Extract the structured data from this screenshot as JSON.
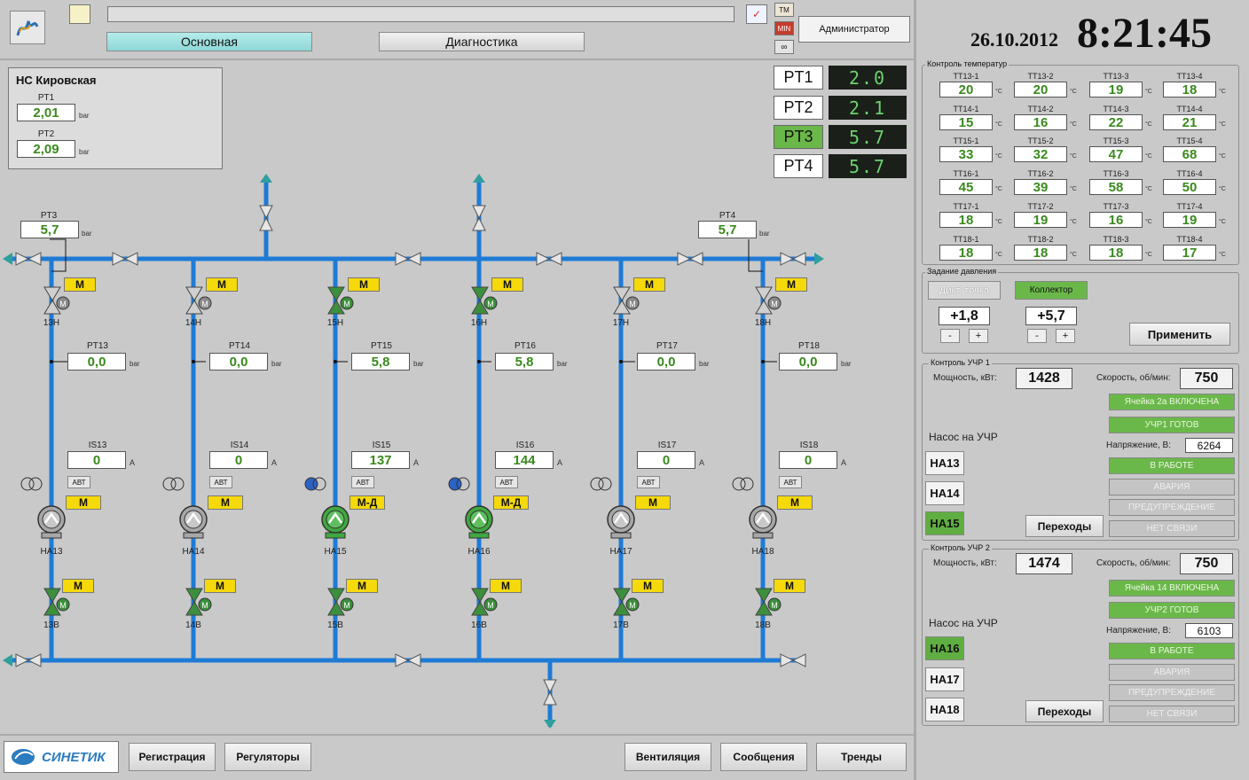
{
  "header": {
    "tab_main": "Основная",
    "tab_diag": "Диагностика",
    "user": "Администратор",
    "date": "26.10.2012",
    "time": "8:21:45",
    "btn_tm": "TM",
    "btn_min": "MIN"
  },
  "station": {
    "name": "НС Кировская",
    "pt1_label": "PT1",
    "pt1_value": "2,01",
    "pt2_label": "PT2",
    "pt2_value": "2,09",
    "unit": "bar"
  },
  "pt_panel": [
    {
      "label": "PT1",
      "value": "2.0",
      "active": false
    },
    {
      "label": "PT2",
      "value": "2.1",
      "active": false
    },
    {
      "label": "PT3",
      "value": "5.7",
      "active": true
    },
    {
      "label": "PT4",
      "value": "5.7",
      "active": false
    }
  ],
  "scheme": {
    "pt3": {
      "label": "PT3",
      "value": "5,7"
    },
    "pt4": {
      "label": "PT4",
      "value": "5,7"
    },
    "unit_bar": "bar",
    "unit_a": "A",
    "columns": [
      {
        "top": "13Н",
        "m_top": "М",
        "pt_label": "PT13",
        "pt": "0,0",
        "is_label": "IS13",
        "is": "0",
        "avt": "АВТ",
        "mode": "М",
        "pump": "НА13",
        "m_bot": "М",
        "bot": "13В",
        "running": false
      },
      {
        "top": "14Н",
        "m_top": "М",
        "pt_label": "PT14",
        "pt": "0,0",
        "is_label": "IS14",
        "is": "0",
        "avt": "АВТ",
        "mode": "М",
        "pump": "НА14",
        "m_bot": "М",
        "bot": "14В",
        "running": false
      },
      {
        "top": "15Н",
        "m_top": "М",
        "pt_label": "PT15",
        "pt": "5,8",
        "is_label": "IS15",
        "is": "137",
        "avt": "АВТ",
        "mode": "М-Д",
        "pump": "НА15",
        "m_bot": "М",
        "bot": "15В",
        "running": true
      },
      {
        "top": "16Н",
        "m_top": "М",
        "pt_label": "PT16",
        "pt": "5,8",
        "is_label": "IS16",
        "is": "144",
        "avt": "АВТ",
        "mode": "М-Д",
        "pump": "НА16",
        "m_bot": "М",
        "bot": "16В",
        "running": true
      },
      {
        "top": "17Н",
        "m_top": "М",
        "pt_label": "PT17",
        "pt": "0,0",
        "is_label": "IS17",
        "is": "0",
        "avt": "АВТ",
        "mode": "М",
        "pump": "НА17",
        "m_bot": "М",
        "bot": "17В",
        "running": false
      },
      {
        "top": "18Н",
        "m_top": "М",
        "pt_label": "PT18",
        "pt": "0,0",
        "is_label": "IS18",
        "is": "0",
        "avt": "АВТ",
        "mode": "М",
        "pump": "НА18",
        "m_bot": "М",
        "bot": "18В",
        "running": false
      }
    ]
  },
  "temps": {
    "title": "Контроль температур",
    "unit": "°C",
    "cells": [
      {
        "l": "TT13-1",
        "v": "20"
      },
      {
        "l": "TT13-2",
        "v": "20"
      },
      {
        "l": "TT13-3",
        "v": "19"
      },
      {
        "l": "TT13-4",
        "v": "18"
      },
      {
        "l": "TT14-1",
        "v": "15"
      },
      {
        "l": "TT14-2",
        "v": "16"
      },
      {
        "l": "TT14-3",
        "v": "22"
      },
      {
        "l": "TT14-4",
        "v": "21"
      },
      {
        "l": "TT15-1",
        "v": "33"
      },
      {
        "l": "TT15-2",
        "v": "32"
      },
      {
        "l": "TT15-3",
        "v": "47"
      },
      {
        "l": "TT15-4",
        "v": "68"
      },
      {
        "l": "TT16-1",
        "v": "45"
      },
      {
        "l": "TT16-2",
        "v": "39"
      },
      {
        "l": "TT16-3",
        "v": "58"
      },
      {
        "l": "TT16-4",
        "v": "50"
      },
      {
        "l": "TT17-1",
        "v": "18"
      },
      {
        "l": "TT17-2",
        "v": "19"
      },
      {
        "l": "TT17-3",
        "v": "16"
      },
      {
        "l": "TT17-4",
        "v": "19"
      },
      {
        "l": "TT18-1",
        "v": "18"
      },
      {
        "l": "TT18-2",
        "v": "18"
      },
      {
        "l": "TT18-3",
        "v": "18"
      },
      {
        "l": "TT18-4",
        "v": "17"
      }
    ]
  },
  "pressure": {
    "title": "Задание давления",
    "btn_dikt": "Дикт. точка",
    "btn_coll": "Коллектор",
    "val1": "+1,8",
    "val2": "+5,7",
    "minus": "-",
    "plus": "+",
    "apply": "Применить"
  },
  "uchr1": {
    "title": "Контроль УЧР 1",
    "power_label": "Мощность, кВт:",
    "power": "1428",
    "speed_label": "Скорость, об/мин:",
    "speed": "750",
    "st1": "Ячейка 2а ВКЛЮЧЕНА",
    "st2": "УЧР1 ГОТОВ",
    "volt_label": "Напряжение, В:",
    "volt": "6264",
    "pump_label": "Насос на УЧР",
    "na1": "НА13",
    "na2": "НА14",
    "na3": "НА15",
    "s_work": "В РАБОТЕ",
    "s_alarm": "АВАРИЯ",
    "s_warn": "ПРЕДУПРЕЖДЕНИЕ",
    "s_nolink": "НЕТ СВЯЗИ",
    "trans": "Переходы"
  },
  "uchr2": {
    "title": "Контроль УЧР 2",
    "power_label": "Мощность, кВт:",
    "power": "1474",
    "speed_label": "Скорость, об/мин:",
    "speed": "750",
    "st1": "Ячейка 14 ВКЛЮЧЕНА",
    "st2": "УЧР2 ГОТОВ",
    "volt_label": "Напряжение, В:",
    "volt": "6103",
    "pump_label": "Насос на УЧР",
    "na1": "НА16",
    "na2": "НА17",
    "na3": "НА18",
    "s_work": "В РАБОТЕ",
    "s_alarm": "АВАРИЯ",
    "s_warn": "ПРЕДУПРЕЖДЕНИЕ",
    "s_nolink": "НЕТ СВЯЗИ",
    "trans": "Переходы"
  },
  "footer": {
    "logo": "СИНЕТИК",
    "reg": "Регистрация",
    "regul": "Регуляторы",
    "vent": "Вентиляция",
    "msg": "Сообщения",
    "trends": "Тренды"
  },
  "colors": {
    "pipe": "#1e7bd6",
    "running": "#3fa83f",
    "tag": "#f5d90a",
    "lcd_text": "#6dd16d"
  }
}
